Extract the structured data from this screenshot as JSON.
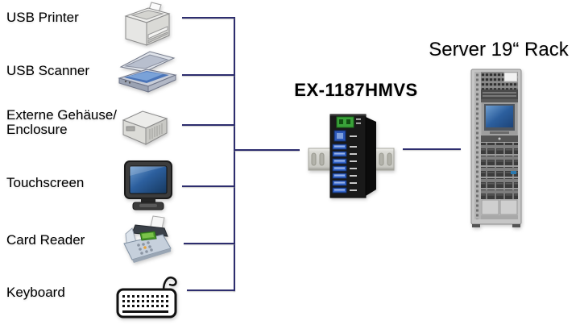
{
  "diagram": {
    "devices": [
      {
        "label": "USB Printer",
        "icon": "printer-icon"
      },
      {
        "label": "USB Scanner",
        "icon": "scanner-icon"
      },
      {
        "label": "Externe Gehäuse/",
        "label2": "Enclosure",
        "icon": "drive-enclosure-icon"
      },
      {
        "label": "Touchscreen",
        "icon": "touchscreen-icon"
      },
      {
        "label": "Card Reader",
        "icon": "card-reader-icon"
      },
      {
        "label": "Keyboard",
        "icon": "keyboard-icon"
      }
    ],
    "hub": {
      "model": "EX-1187HMVS",
      "usb_a_ports": 7,
      "usb_b_ports": 1,
      "mounting": "din-rail"
    },
    "server": {
      "label": "Server 19“ Rack"
    },
    "colors": {
      "connector_line": "#2d2d6e",
      "usb_port_blue": "#3566cc",
      "terminal_green": "#3aa23a",
      "hub_body": "#191919",
      "monitor_screen_blue": "#2c5f9e"
    }
  }
}
